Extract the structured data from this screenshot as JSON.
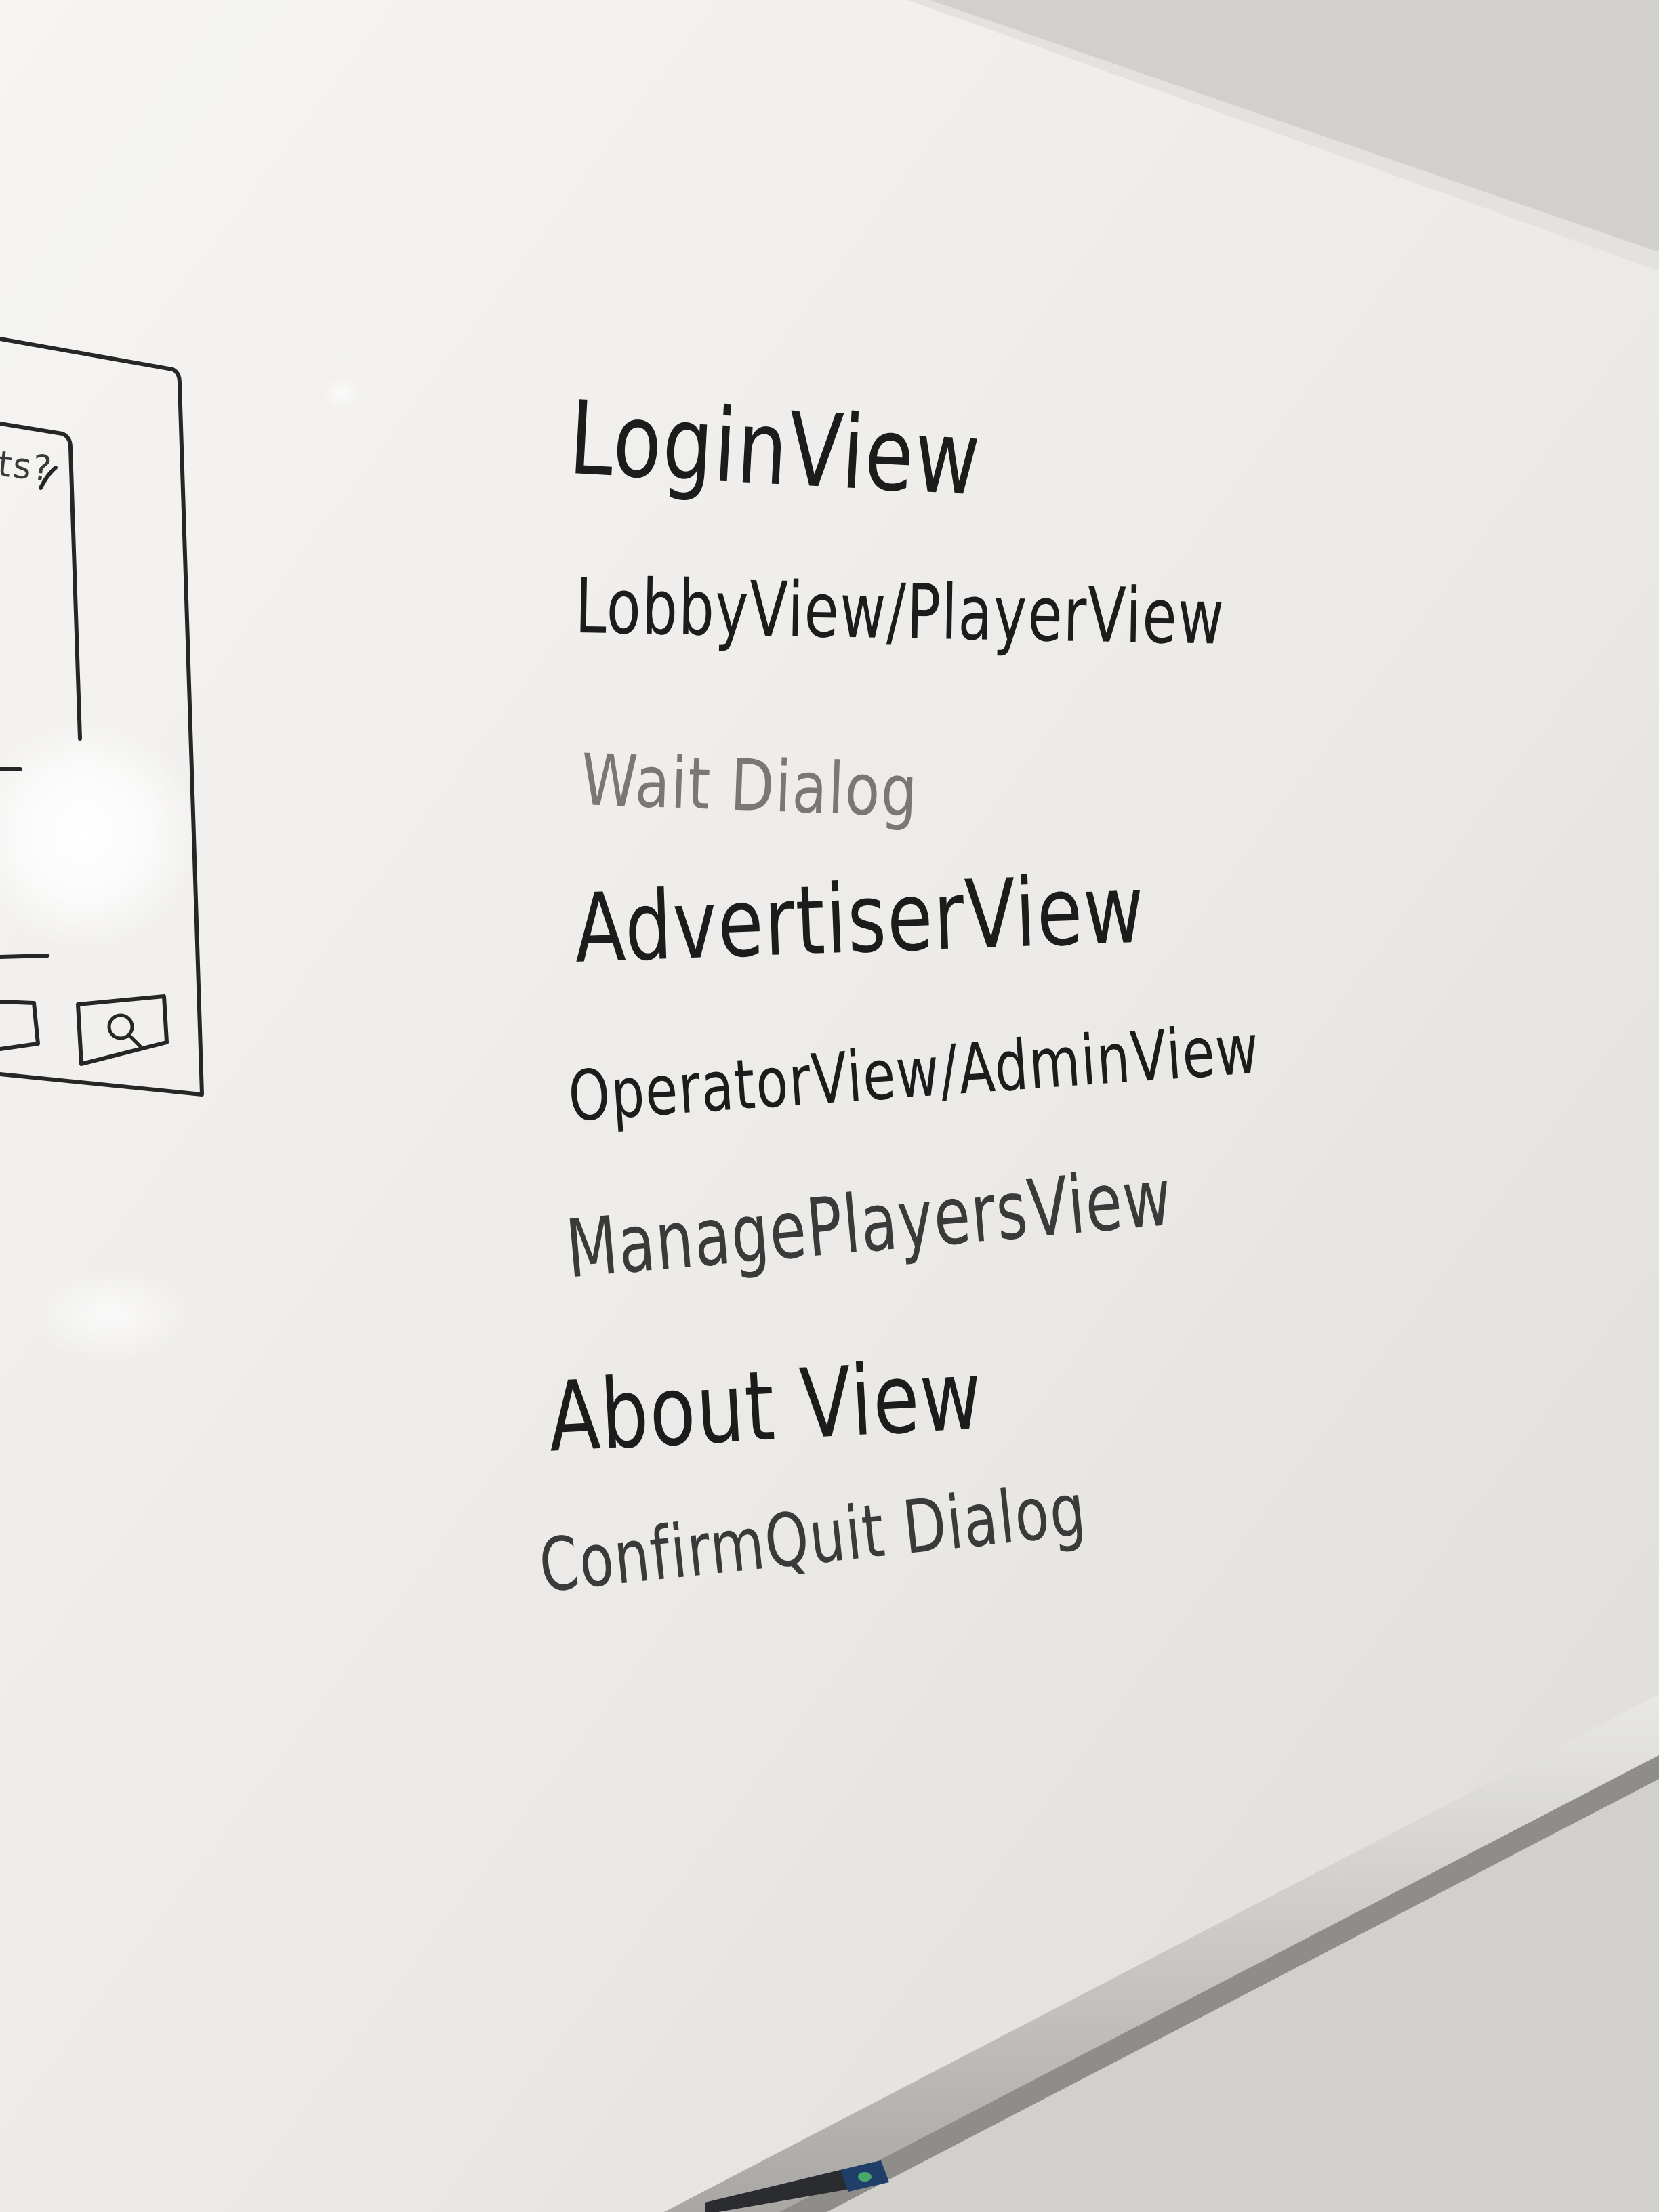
{
  "whiteboard": {
    "items": [
      {
        "text": "LoginView"
      },
      {
        "text": "LobbyView/PlayerView"
      },
      {
        "text": "Wait Dialog"
      },
      {
        "text": "AdvertiserView"
      },
      {
        "text": "OperatorView/AdminView"
      },
      {
        "text": "ManagePlayersView"
      },
      {
        "text": "About View"
      },
      {
        "text": "ConfirmQuit Dialog"
      }
    ]
  },
  "sketch": {
    "fragment_text": "ts?"
  },
  "colors": {
    "board": "#f1f0ee",
    "wall": "#d4d2cf",
    "marker": "#1c1c1c",
    "tray": "#bdbbb7",
    "marker_cap": "#1f3f6a"
  }
}
